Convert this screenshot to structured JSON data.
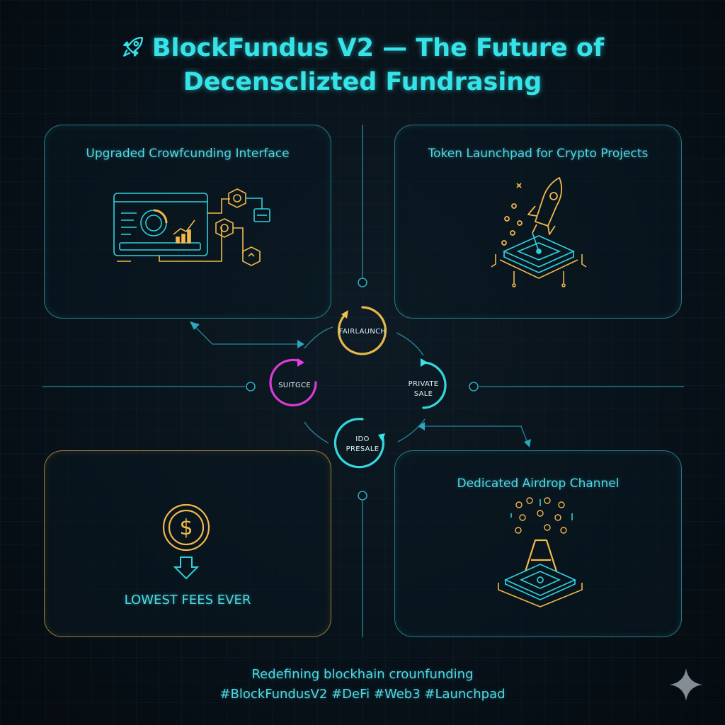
{
  "header": {
    "title_line1": "BlockFundus V2 — The Future of",
    "title_line2": "Decensclizted Fundrasing",
    "title_icon": "rocket-icon"
  },
  "panels": {
    "top_left": {
      "title": "Upgraded Crowfcunding Interface",
      "icon": "dashboard-icon"
    },
    "top_right": {
      "title": "Token Launchpad for Crypto Projects",
      "icon": "rocket-launch-icon"
    },
    "bottom_left": {
      "label": "LOWEST FEES EVER",
      "icon": "dollar-coin-icon"
    },
    "bottom_right": {
      "title": "Dedicated Airdrop Channel",
      "icon": "airdrop-icon"
    }
  },
  "cycle": {
    "nodes": [
      {
        "line1": "FAIRLAUNCH",
        "line2": "",
        "color": "#f2c14e"
      },
      {
        "line1": "PRIVATE",
        "line2": "SALE",
        "color": "#36e3e8"
      },
      {
        "line1": "IDO",
        "line2": "PRESALE",
        "color": "#36e3e8"
      },
      {
        "line1": "SUITGCE",
        "line2": "",
        "color": "#e83ce0"
      }
    ]
  },
  "footer": {
    "line1": "Redefining blockhain crounfunding",
    "line2": "#BlockFundusV2 #DeFi #Web3 #Launchpad"
  },
  "colors": {
    "accent": "#36e3e8",
    "gold": "#f2c14e",
    "magenta": "#e83ce0",
    "background": "#08121a"
  }
}
